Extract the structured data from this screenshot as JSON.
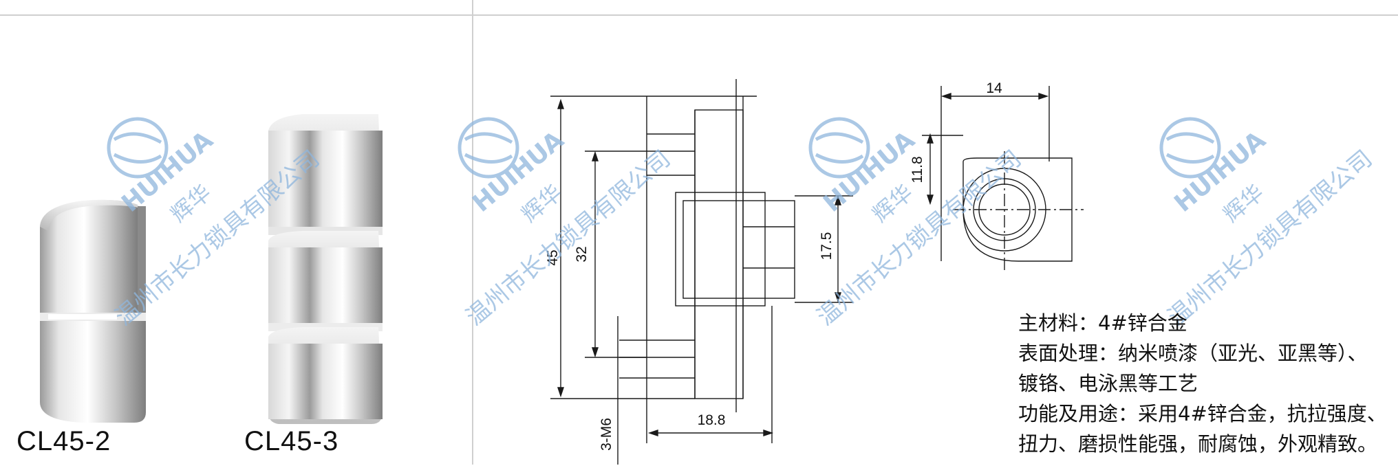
{
  "products": [
    {
      "label": "CL45-2"
    },
    {
      "label": "CL45-3"
    }
  ],
  "watermark": {
    "brand": "HUIHUA",
    "brand_cn": "辉华",
    "company": "温州市长力锁具有限公司",
    "color": "#8fb6dd"
  },
  "drawing": {
    "dimensions": {
      "d45": "45",
      "d32": "32",
      "d17_5": "17.5",
      "d18_8": "18.8",
      "d14": "14",
      "d11_8": "11.8",
      "thread": "3-M6"
    }
  },
  "spec": {
    "lines": [
      "主材料：4#锌合金",
      "表面处理：纳米喷漆（亚光、亚黑等）、",
      "镀铬、电泳黑等工艺",
      "功能及用途：采用4#锌合金，抗拉强度、",
      "扭力、磨损性能强，耐腐蚀，外观精致。"
    ]
  }
}
